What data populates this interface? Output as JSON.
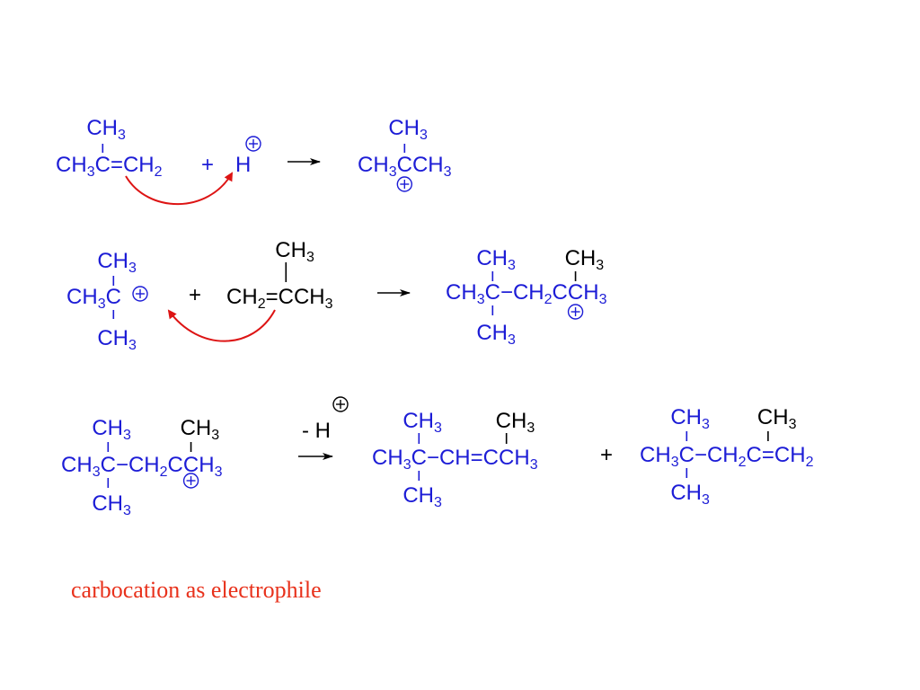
{
  "colors": {
    "blue": "#1c1cd6",
    "black": "#000000",
    "red": "#dd1414"
  },
  "reactions": [
    {
      "reactant1": {
        "top": "CH3",
        "main": "CH3C=CH2"
      },
      "plus": "+",
      "reactant2": {
        "main": "H",
        "charge": "⊕"
      },
      "product": {
        "top": "CH3",
        "main": "CH3CCH3",
        "charge": "⊕"
      }
    },
    {
      "reactant1": {
        "top": "CH3",
        "main": "CH3C",
        "charge": "⊕",
        "bottom": "CH3"
      },
      "plus": "+",
      "reactant2": {
        "top": "CH3",
        "main": "CH2=CCH3"
      },
      "product": {
        "top_left": "CH3",
        "top_right": "CH3",
        "main": "CH3C−CH2CCH3",
        "bottom_left": "CH3",
        "charge": "⊕"
      }
    },
    {
      "reactant": {
        "top_left": "CH3",
        "top_right": "CH3",
        "main": "CH3C−CH2CCH3",
        "bottom_left": "CH3",
        "charge": "⊕"
      },
      "above_arrow": "- H",
      "above_arrow_charge": "⊕",
      "product1": {
        "top_left": "CH3",
        "top_right": "CH3",
        "main": "CH3C−CH=CCH3",
        "bottom_left": "CH3"
      },
      "plus": "+",
      "product2": {
        "top_left": "CH3",
        "top_right": "CH3",
        "main": "CH3C−CH2C=CH2",
        "bottom_left": "CH3"
      }
    }
  ],
  "caption": "carbocation as electrophile"
}
